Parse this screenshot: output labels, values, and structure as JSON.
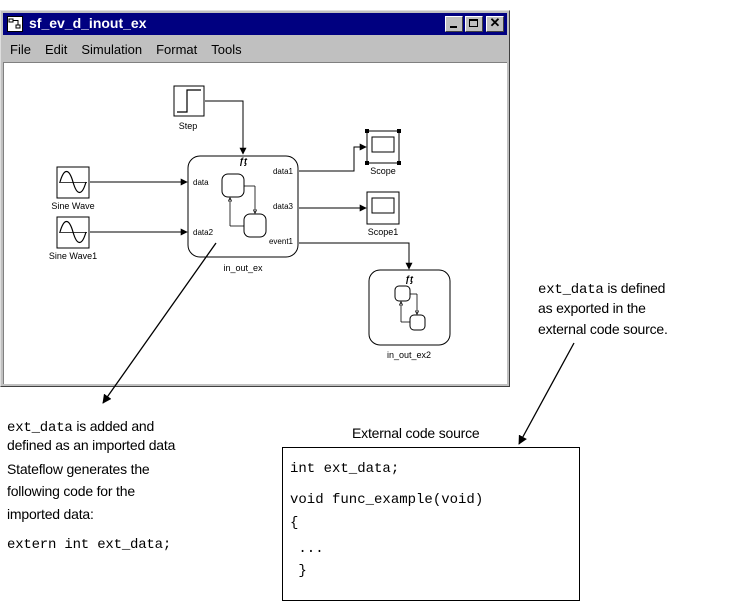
{
  "window": {
    "title": "sf_ev_d_inout_ex",
    "menu": [
      "File",
      "Edit",
      "Simulation",
      "Format",
      "Tools"
    ]
  },
  "blocks": {
    "step": "Step",
    "sine_wave": "Sine Wave",
    "sine_wave1": "Sine Wave1",
    "chart": {
      "name": "in_out_ex",
      "inputs": [
        "data",
        "data2"
      ],
      "outputs": [
        "data1",
        "data3",
        "event1"
      ]
    },
    "scope": "Scope",
    "scope1": "Scope1",
    "chart2": "in_out_ex2"
  },
  "annotations": {
    "imported": {
      "code_term": "ext_data",
      "line1_rest": " is added and",
      "line2": "defined as an imported data",
      "line3": "Stateflow generates the",
      "line4": "following code for the",
      "line5": "imported data:",
      "extern_code": "extern int ext_data;"
    },
    "exported": {
      "code_term": "ext_data",
      "line1_rest": " is defined",
      "line2": "as exported in the",
      "line3": "external code source."
    },
    "external_source": {
      "title": "External code source",
      "lines": [
        "int ext_data;",
        "void func_example(void)",
        "{",
        " ...",
        " }"
      ]
    }
  }
}
